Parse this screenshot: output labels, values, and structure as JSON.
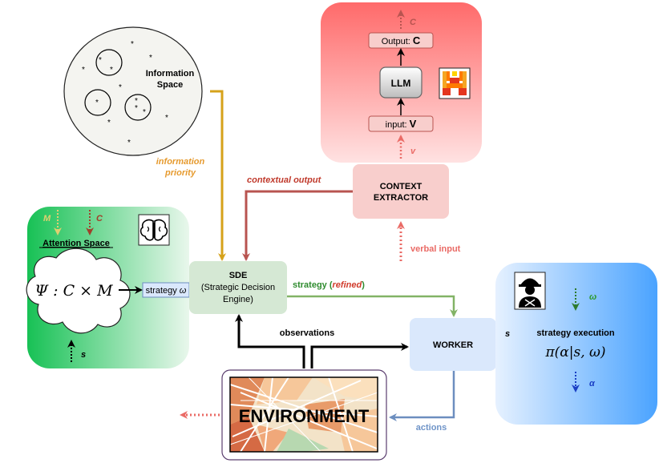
{
  "colors": {
    "info_arrow": "#d6a21a",
    "context_arrow": "#c0504d",
    "strategy_arrow": "#70ad47",
    "actions_arrow": "#6f94c8",
    "sde_fill": "#d5e8d4",
    "worker_fill": "#dae8fc",
    "context_fill": "#f8cecc",
    "attention_green": "#1fc35a",
    "llm_red": "#ff6666",
    "exec_blue": "#4aa3ff"
  },
  "information_space": {
    "title_line1": "Information",
    "title_line2": "Space",
    "star": "*"
  },
  "information_priority": {
    "line1": "information",
    "line2": "priority"
  },
  "llm_panel": {
    "output_c_label": "C",
    "output_prefix": "Output: ",
    "output_bold": "C",
    "llm_label": "LLM",
    "input_prefix": "input: ",
    "input_bold": "V",
    "v_label": "v"
  },
  "context_extractor": {
    "line1": "CONTEXT",
    "line2": "EXTRACTOR"
  },
  "labels": {
    "contextual_output": "contextual output",
    "verbal_input": "verbal input",
    "strategy_prefix": "strategy (",
    "strategy_refined": "refined",
    "strategy_suffix": ")",
    "observations": "observations",
    "actions": "actions"
  },
  "attention_panel": {
    "m_label": "M",
    "c_label": "C",
    "title": "Attention Space",
    "psi_formula": "Ψ : C × M",
    "strategy_prefix": "strategy ",
    "strategy_omega": "ω",
    "s_label": "s"
  },
  "sde": {
    "title": "SDE",
    "line2": "(Strategic Decision",
    "line3": "Engine)"
  },
  "worker": {
    "label": "WORKER"
  },
  "execution_panel": {
    "omega_label": "ω",
    "s_label": "s",
    "title": "strategy execution",
    "formula": "π(α|s, ω)",
    "alpha_label": "α"
  },
  "environment": {
    "label": "ENVIRONMENT"
  }
}
